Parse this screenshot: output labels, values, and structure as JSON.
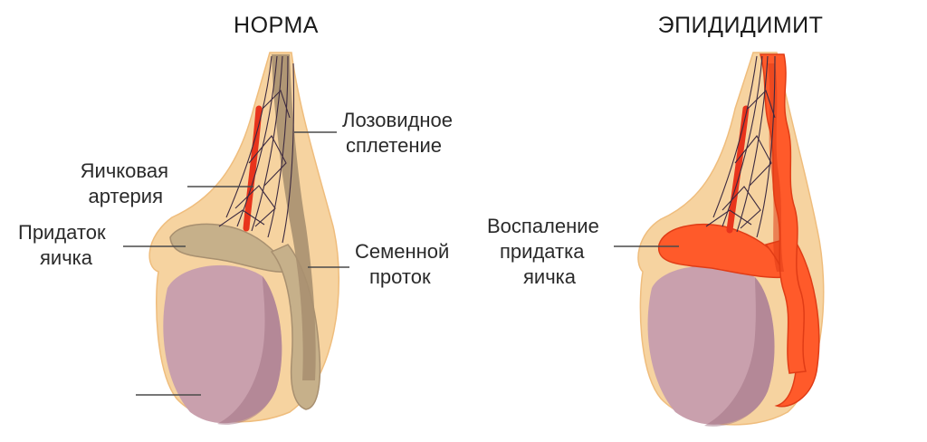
{
  "colors": {
    "skin": "#f6d3a0",
    "skin_edge": "#efbd7d",
    "testis": "#c9a0ad",
    "testis_shade": "#9f6f82",
    "epididymis_normal": "#c6b08a",
    "epididymis_normal_shade": "#a89070",
    "inflamed": "#ff5a2a",
    "inflamed_dark": "#e03c16",
    "artery": "#e8341c",
    "vein": "#3c2a40"
  },
  "panels": {
    "normal": {
      "title": "НОРМА",
      "labels": {
        "plexus_line1": "Лозовидное",
        "plexus_line2": "сплетение",
        "artery_line1": "Яичковая",
        "artery_line2": "артерия",
        "epididymis_line1": "Придаток",
        "epididymis_line2": "яичка",
        "duct_line1": "Семенной",
        "duct_line2": "проток"
      }
    },
    "inflamed": {
      "title": "ЭПИДИДИМИТ",
      "labels": {
        "line1": "Воспаление",
        "line2": "придатка",
        "line3": "яичка"
      }
    }
  }
}
